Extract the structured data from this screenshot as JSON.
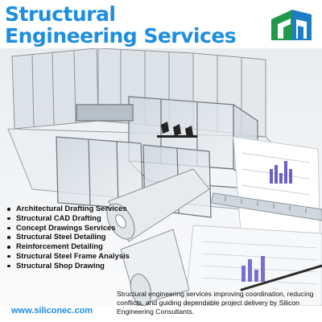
{
  "header": {
    "title_line1": "Structural",
    "title_line2": "Engineering Services"
  },
  "services": [
    "Architectural Drafting Services",
    "Structural CAD Drafting",
    "Concept Drawings Services",
    "Structural Steel Detailing",
    "Reinforcement Detailing",
    "Structural Steel Frame Analysis",
    "Structural Shop Drawing"
  ],
  "footer": {
    "website": "www.siliconec.com",
    "description": "Structural engineering services improving coordination, reducing conflicts, and guiding dependable project delivery by Silicon Engineering Consultants."
  },
  "colors": {
    "title": "#1d8ee0",
    "logo_green": "#1f9a4b",
    "logo_blue": "#1d7ec8"
  },
  "icons": {
    "logo": "company-logo-icon"
  }
}
